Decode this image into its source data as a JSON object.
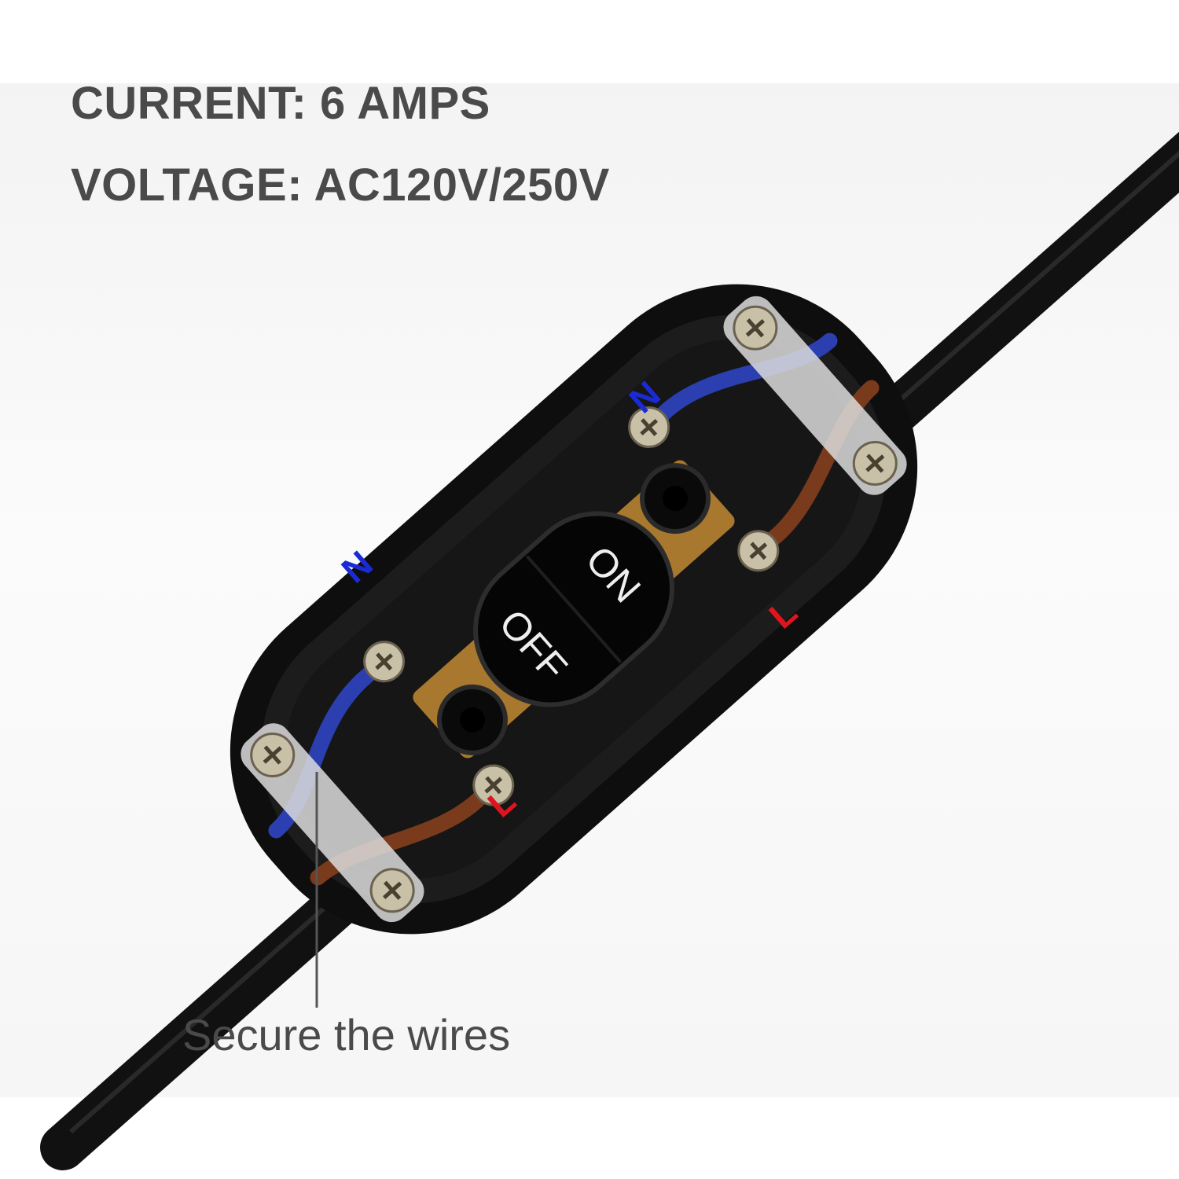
{
  "specs": {
    "current": "CURRENT: 6 AMPS",
    "voltage": "VOLTAGE: AC120V/250V"
  },
  "callout": {
    "label": "Secure the wires"
  },
  "switch": {
    "on_label": "ON",
    "off_label": "OFF"
  },
  "terminals": {
    "neutral_label": "N",
    "live_label": "L"
  },
  "colors": {
    "text_gray": "#4a4a4a",
    "neutral_blue": "#1a2bd6",
    "live_red": "#e0141e",
    "housing_black": "#151515",
    "wire_blue": "#2b3fb0",
    "wire_brown": "#7a3a1c"
  }
}
